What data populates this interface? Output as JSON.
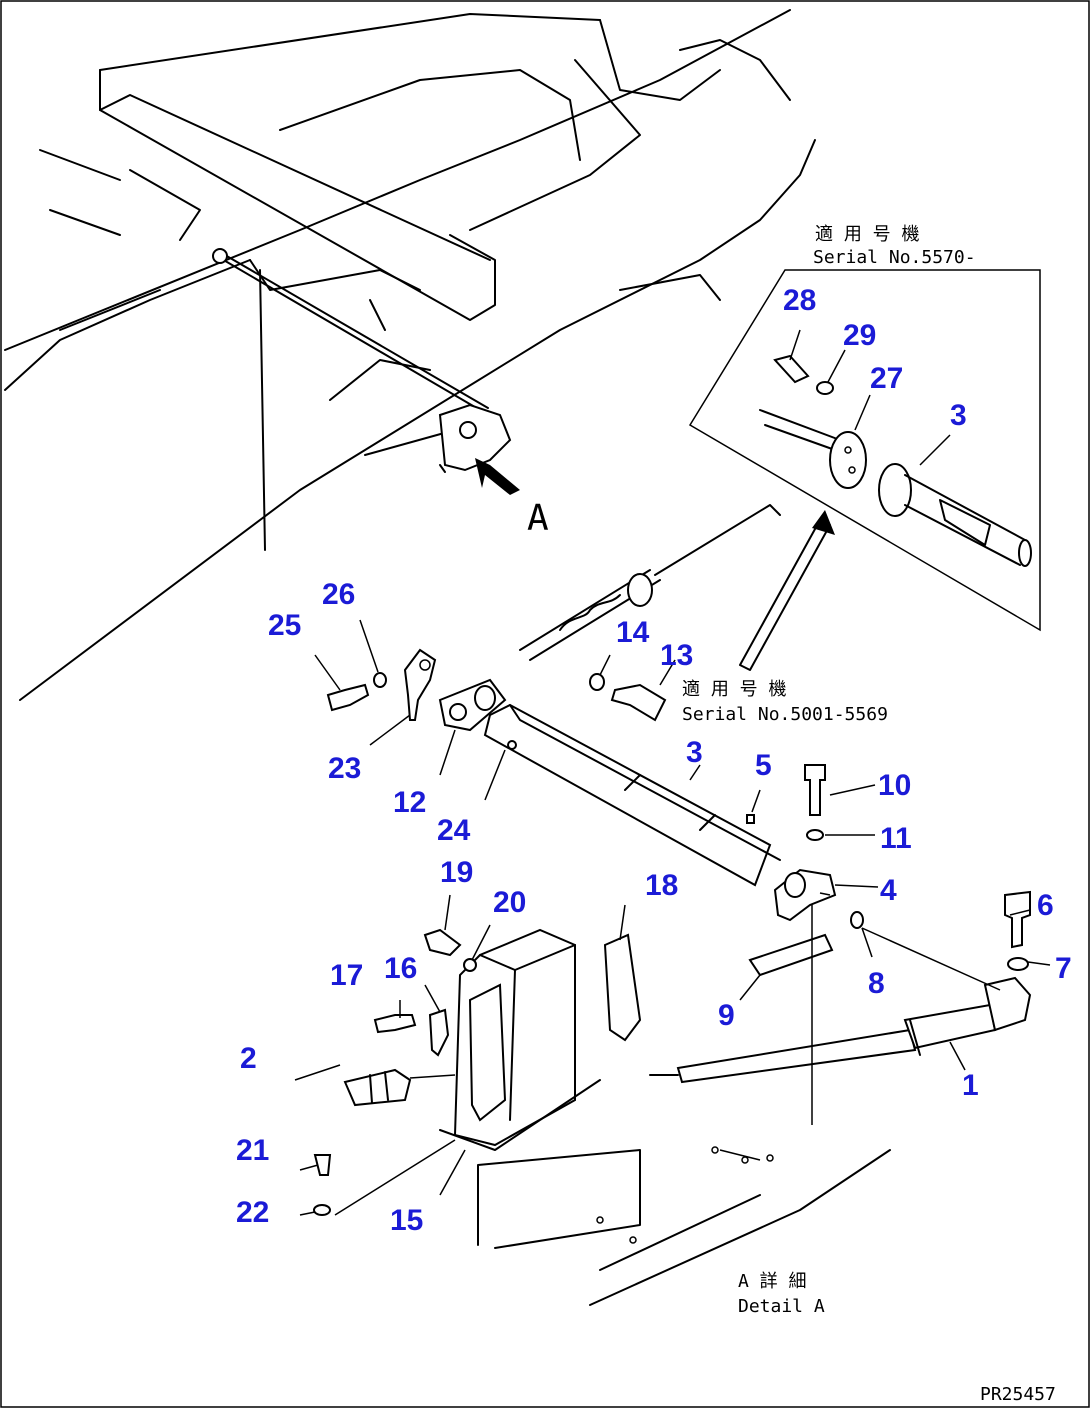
{
  "diagram": {
    "figure_code": "PR25457",
    "view_label": "A",
    "detail_label_jp": "A 詳 細",
    "detail_label": "Detail A",
    "serial_upper_jp": "適 用 号 機",
    "serial_upper": "Serial No.5570-",
    "serial_lower_jp": "適 用 号 機",
    "serial_lower": "Serial No.5001-5569",
    "accent_color": "#1b1bd6",
    "callouts": [
      "1",
      "2",
      "3",
      "3",
      "4",
      "5",
      "6",
      "7",
      "8",
      "9",
      "10",
      "11",
      "12",
      "13",
      "14",
      "15",
      "16",
      "17",
      "18",
      "19",
      "20",
      "21",
      "22",
      "23",
      "24",
      "25",
      "26",
      "27",
      "28",
      "29"
    ]
  }
}
